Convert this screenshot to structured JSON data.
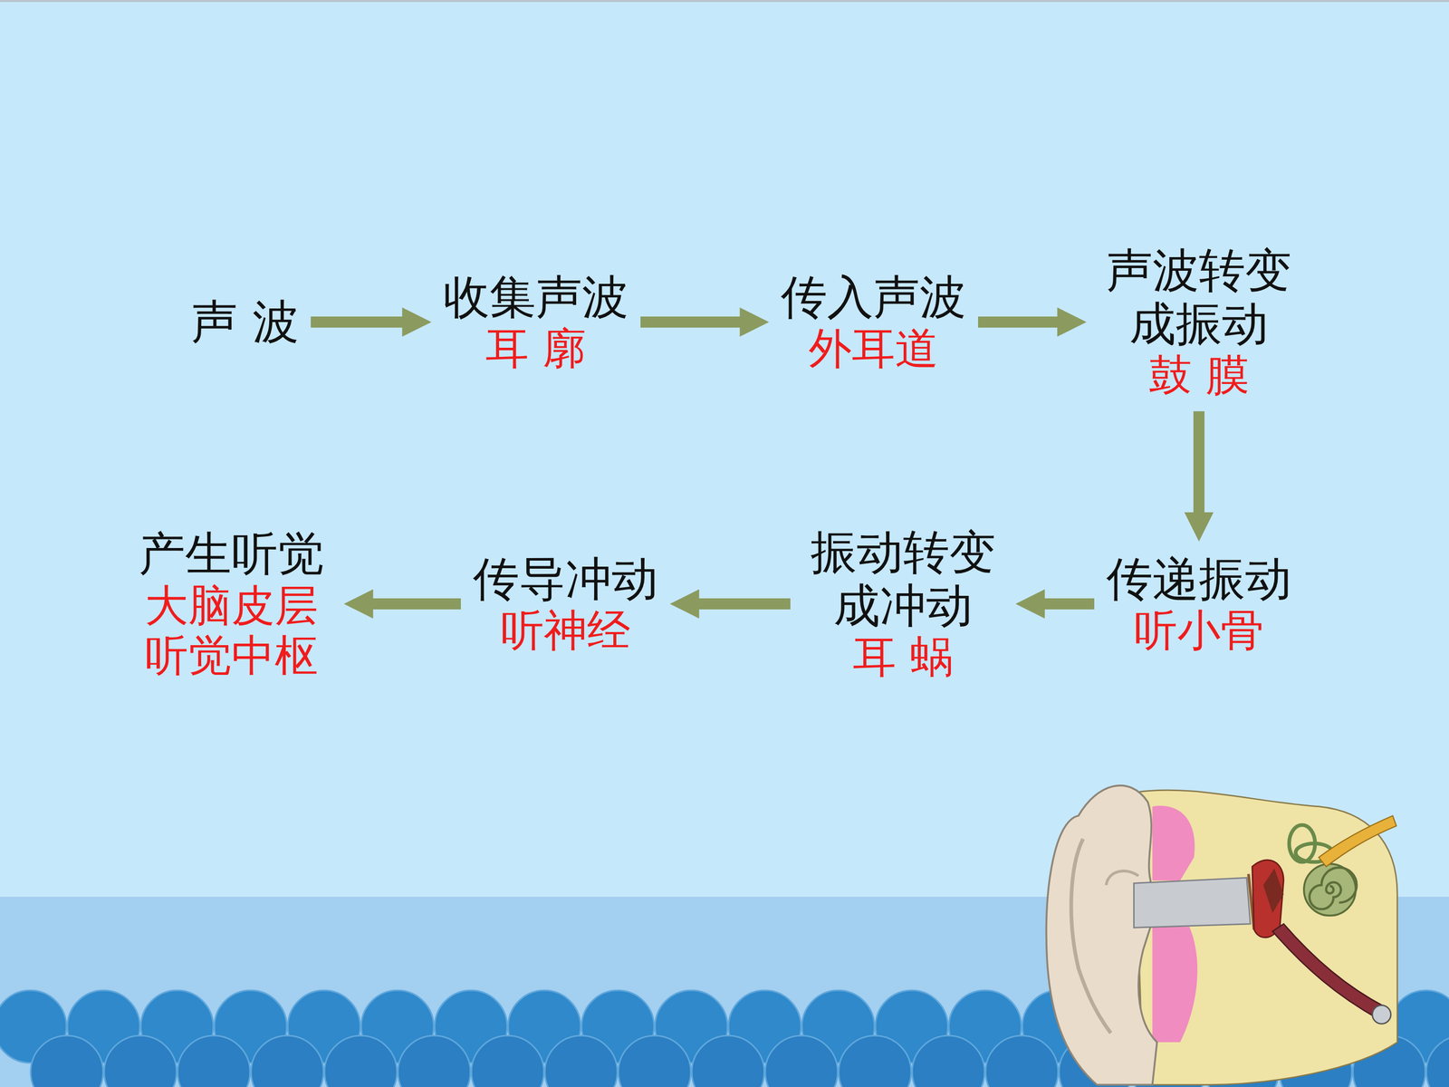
{
  "diagram": {
    "nodes": [
      {
        "text": [
          "声 波"
        ]
      },
      {
        "text": [
          "收集声波",
          "耳 廓"
        ]
      },
      {
        "text": [
          "传入声波",
          "外耳道"
        ]
      },
      {
        "text": [
          "声波转变成振动",
          "鼓 膜"
        ]
      },
      {
        "text": [
          "传递振动",
          "听小骨"
        ]
      },
      {
        "text": [
          "振动转变成冲动",
          "耳 蜗"
        ]
      },
      {
        "text": [
          "传导冲动",
          "听神经"
        ]
      },
      {
        "text": [
          "产生听觉",
          "大脑皮层 听觉中枢"
        ]
      }
    ],
    "edges": [
      {
        "from": 0,
        "to": 1,
        "arrow": "to"
      },
      {
        "from": 1,
        "to": 2,
        "arrow": "to"
      },
      {
        "from": 2,
        "to": 3,
        "arrow": "to"
      },
      {
        "from": 3,
        "to": 4,
        "arrow": "to"
      },
      {
        "from": 4,
        "to": 5,
        "arrow": "to"
      },
      {
        "from": 5,
        "to": 6,
        "arrow": "to"
      },
      {
        "from": 6,
        "to": 7,
        "arrow": "to"
      }
    ]
  }
}
